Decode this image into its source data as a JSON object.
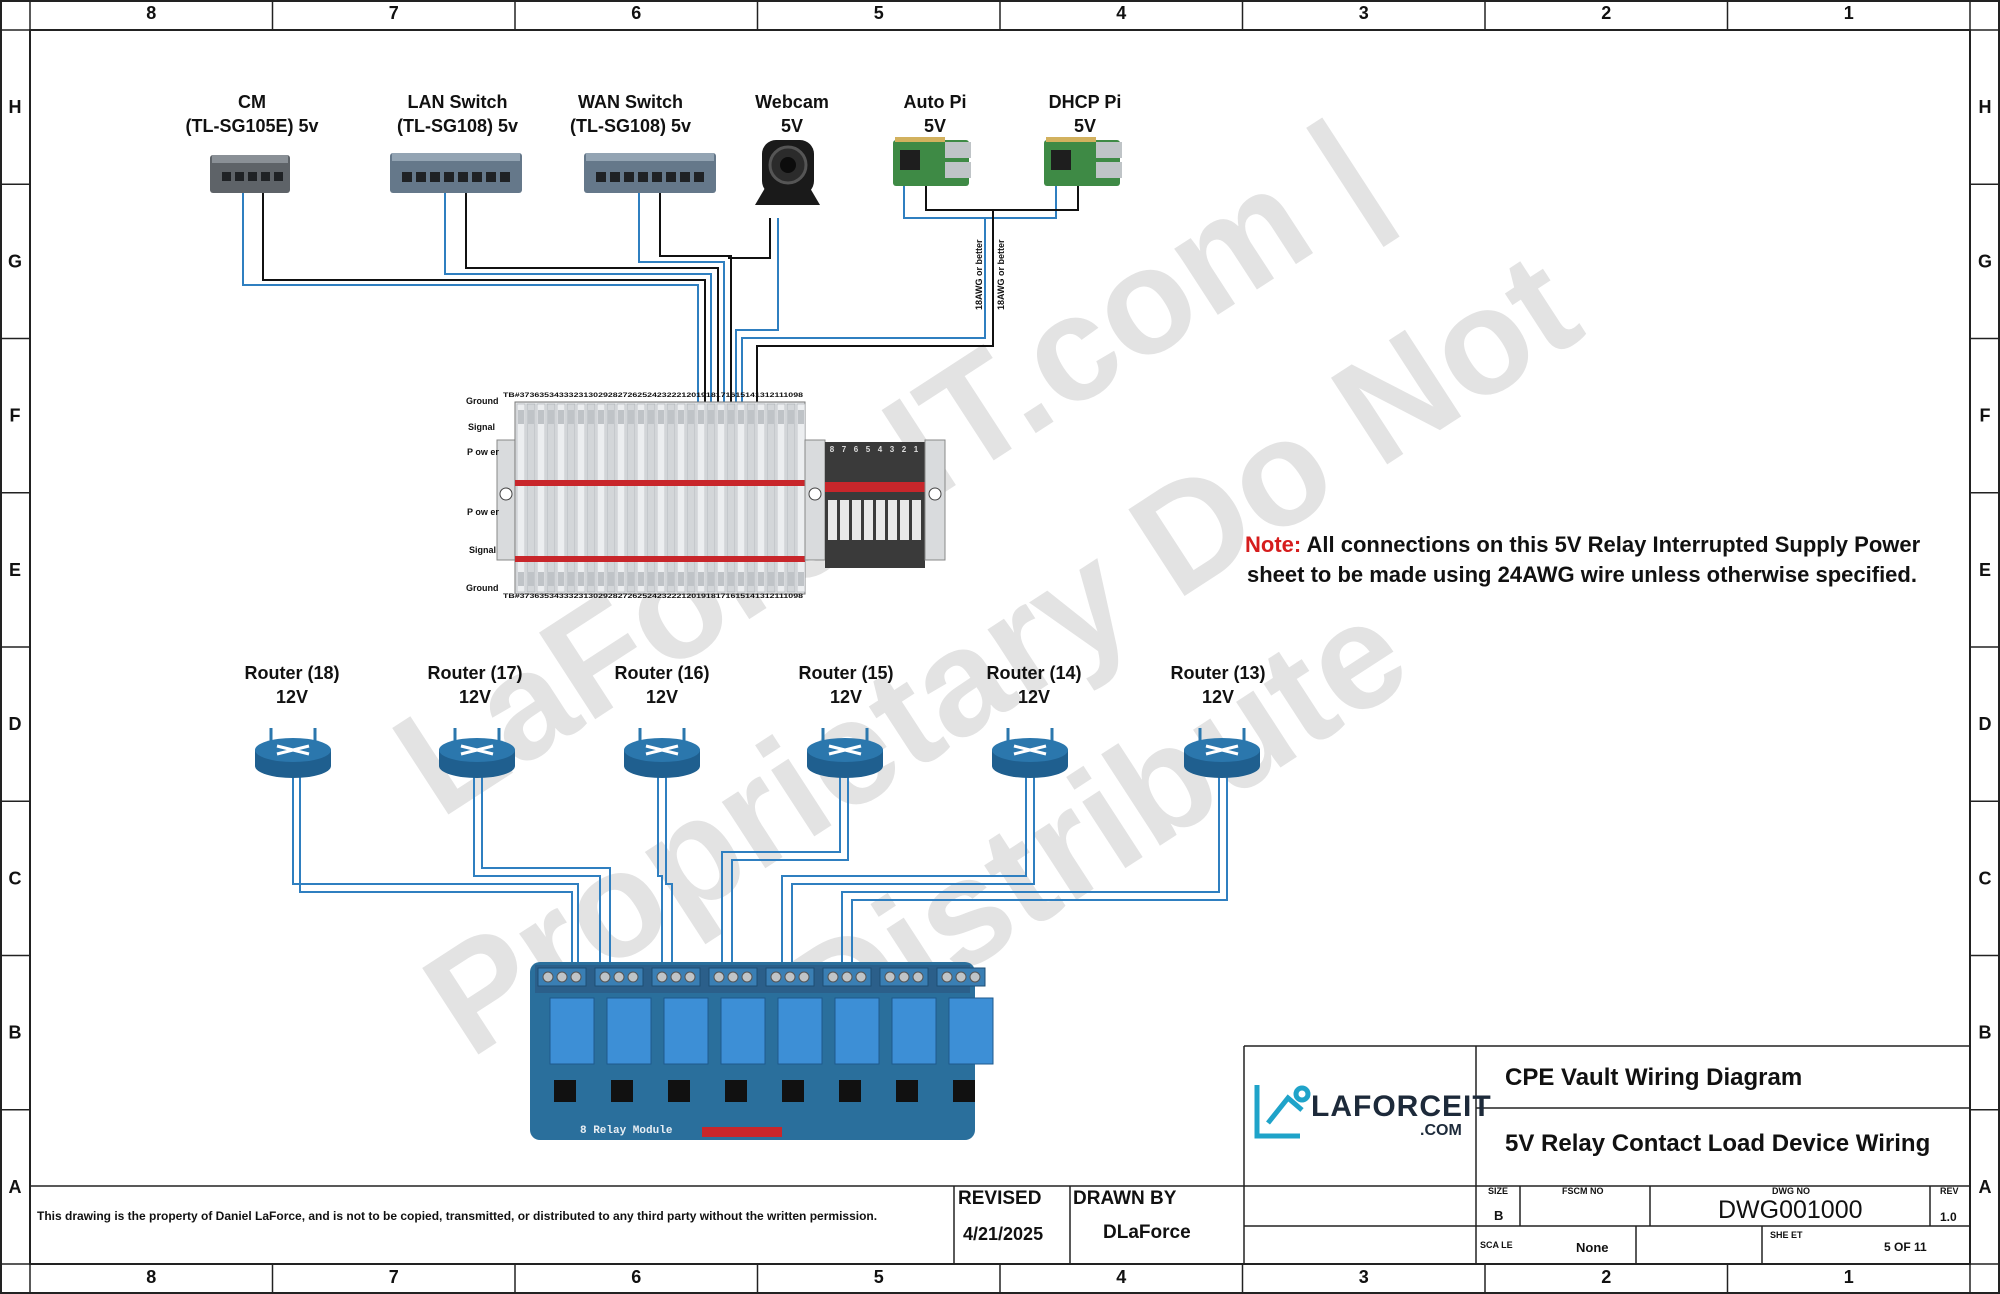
{
  "grid": {
    "top": [
      "8",
      "7",
      "6",
      "5",
      "4",
      "3",
      "2",
      "1"
    ],
    "bottom": [
      "8",
      "7",
      "6",
      "5",
      "4",
      "3",
      "2",
      "1"
    ],
    "left": [
      "H",
      "G",
      "F",
      "E",
      "D",
      "C",
      "B",
      "A"
    ],
    "right": [
      "H",
      "G",
      "F",
      "E",
      "D",
      "C",
      "B",
      "A"
    ]
  },
  "devices_5v": [
    {
      "line1": "CM",
      "line2": "(TL-SG105E) 5v"
    },
    {
      "line1": "LAN Switch",
      "line2": "(TL-SG108) 5v"
    },
    {
      "line1": "WAN Switch",
      "line2": "(TL-SG108) 5v"
    },
    {
      "line1": "Webcam",
      "line2": "5V"
    },
    {
      "line1": "Auto Pi",
      "line2": "5V"
    },
    {
      "line1": "DHCP Pi",
      "line2": "5V"
    }
  ],
  "wire_notes": [
    "18AWG or better",
    "18AWG or better"
  ],
  "terminal_block": {
    "rows": [
      "Ground",
      "Signal",
      "P ow er",
      "P ow er",
      "Signal",
      "Ground"
    ],
    "numbers": "TB#3736353433323130292827262524232221201918171615141312111098",
    "relay_numbers": [
      "8",
      "7",
      "6",
      "5",
      "4",
      "3",
      "2",
      "1"
    ]
  },
  "routers": [
    {
      "line1": "Router (18)",
      "line2": "12V"
    },
    {
      "line1": "Router (17)",
      "line2": "12V"
    },
    {
      "line1": "Router (16)",
      "line2": "12V"
    },
    {
      "line1": "Router (15)",
      "line2": "12V"
    },
    {
      "line1": "Router (14)",
      "line2": "12V"
    },
    {
      "line1": "Router (13)",
      "line2": "12V"
    }
  ],
  "relay_module_label": "8 Relay Module",
  "note": {
    "prefix": "Note:",
    "line1": "All connections on this 5V Relay Interrupted Supply Power",
    "line2": "sheet to be made using 24AWG wire unless otherwise specified."
  },
  "watermark": "LaForceIT.com | Proprietary Do Not Distribute",
  "title_block": {
    "logo_text": "LAFORCEIT",
    "logo_sub": ".COM",
    "title": "CPE Vault Wiring Diagram",
    "subtitle": "5V Relay Contact Load Device Wiring",
    "size_label": "SIZE",
    "size": "B",
    "fscm_label": "FSCM NO",
    "dwg_label": "DWG NO",
    "dwg_no": "DWG001000",
    "rev_label": "REV",
    "rev": "1.0",
    "scale_label": "SCA LE",
    "scale": "None",
    "sheet_label": "SHE ET",
    "sheet": "5 OF 11",
    "revised_label": "REVISED",
    "revised": "4/21/2025",
    "drawn_label": "DRAWN BY",
    "drawn": "DLaForce",
    "property_notice": "This drawing is the property of Daniel LaForce, and is not to be copied, transmitted, or distributed to any third party without the written permission."
  },
  "colors": {
    "border": "#222222",
    "wire_blue": "#2f7fc0",
    "wire_black": "#111111",
    "router_blue": "#2b77ad",
    "relay_board": "#2a6f9c",
    "relay_body": "#3d8fd6",
    "note_red": "#d61d1d",
    "watermark": "#e6e6e6"
  }
}
